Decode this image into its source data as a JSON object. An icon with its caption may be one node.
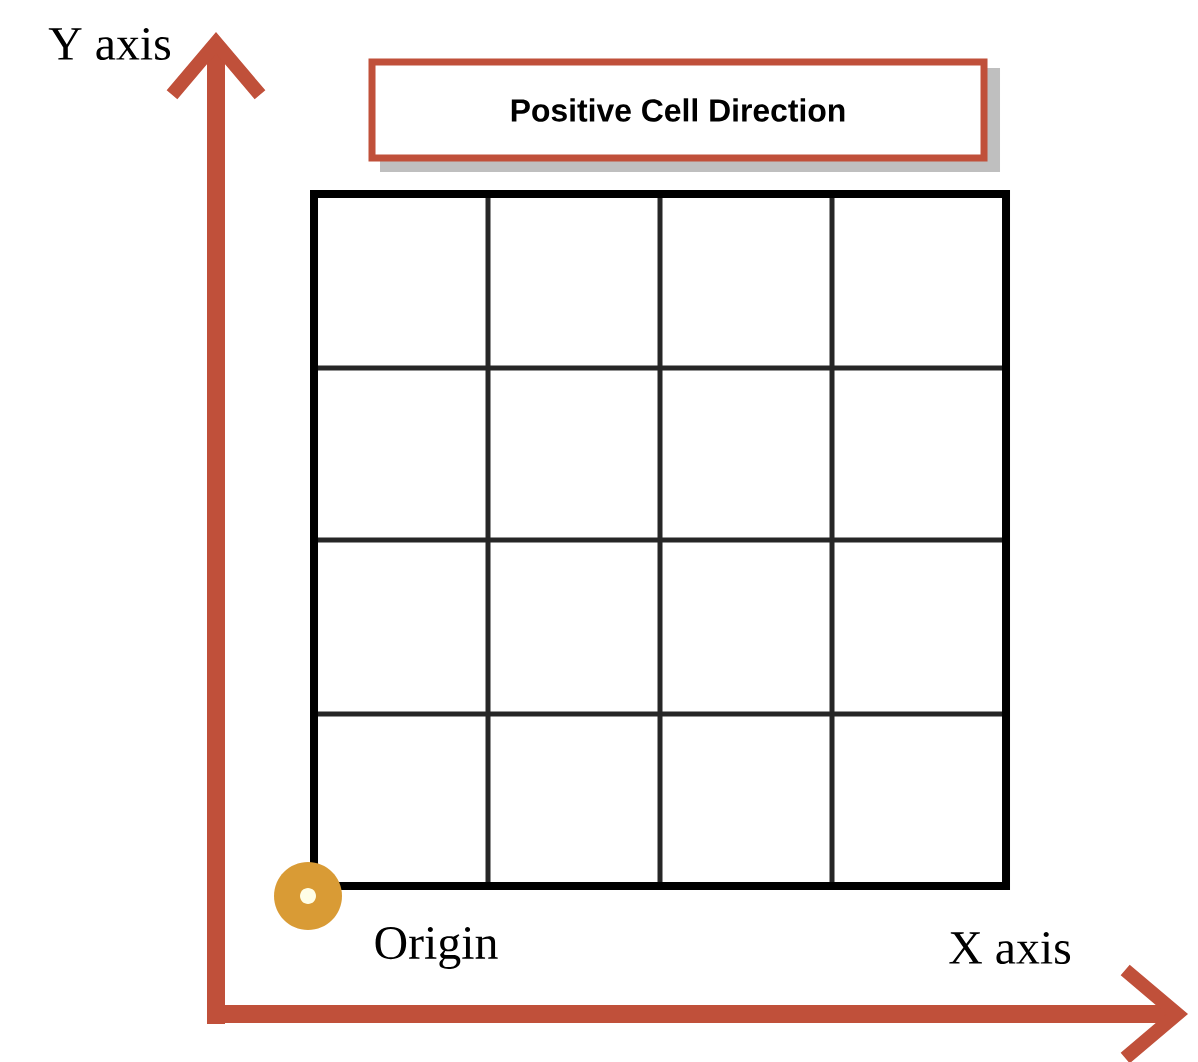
{
  "diagram": {
    "nodes": [
      {
        "text": [
          "Positive Cell Direction"
        ]
      }
    ],
    "labels": [
      "Y axis",
      "Origin",
      "X axis"
    ]
  }
}
